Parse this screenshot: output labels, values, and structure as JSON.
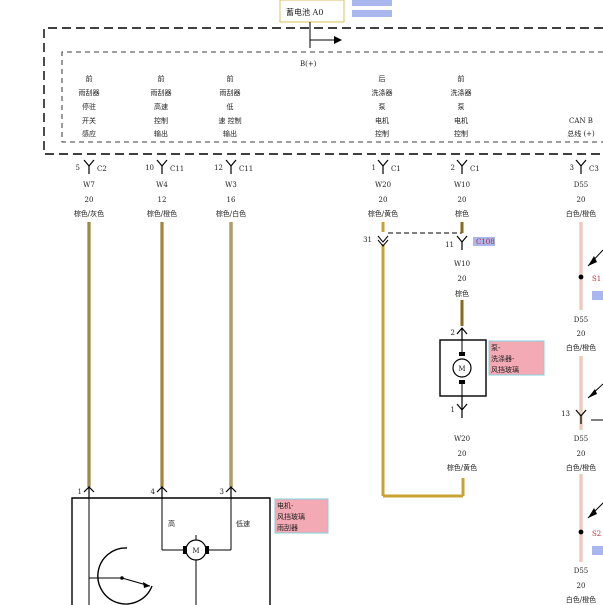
{
  "header": {
    "battery_label": "蓄电池 A0"
  },
  "module": {
    "power_label": "B(+)"
  },
  "pins": [
    {
      "id": "p1",
      "lines": [
        "前",
        "雨刮器",
        "停驻",
        "开关",
        "感应"
      ],
      "pin": "5",
      "conn": "C2",
      "wire": "W7",
      "gauge": "20",
      "color": "棕色/灰色"
    },
    {
      "id": "p2",
      "lines": [
        "前",
        "雨刮器",
        "高速",
        "控制",
        "输出"
      ],
      "pin": "10",
      "conn": "C11",
      "wire": "W4",
      "gauge": "12",
      "color": "棕色/橙色"
    },
    {
      "id": "p3",
      "lines": [
        "前",
        "雨刮器",
        "低",
        "速 控制",
        "输出"
      ],
      "pin": "12",
      "conn": "C11",
      "wire": "W3",
      "gauge": "16",
      "color": "棕色/白色"
    },
    {
      "id": "p4",
      "lines": [
        "后",
        "洗涤器",
        "泵",
        "电机",
        "控制"
      ],
      "pin": "1",
      "conn": "C1",
      "wire": "W20",
      "gauge": "20",
      "color": "棕色/黄色"
    },
    {
      "id": "p5",
      "lines": [
        "前",
        "洗涤器",
        "泵",
        "电机",
        "控制"
      ],
      "pin": "2",
      "conn": "C1",
      "wire": "W10",
      "gauge": "20",
      "color": "棕色"
    },
    {
      "id": "p6",
      "lines": [
        "CAN B",
        "总线 (+)"
      ],
      "pin": "3",
      "conn": "C3",
      "wire": "D55",
      "gauge": "20",
      "color": "白色/橙色"
    }
  ],
  "splice": {
    "pin_left": "31",
    "pin_right": "11",
    "ref": "C108",
    "wire": "W10",
    "gauge": "20",
    "color": "棕色"
  },
  "pump": {
    "label_lines": [
      "泵-",
      "洗涤器-",
      "风挡玻璃"
    ],
    "pin_top": "2",
    "pin_bottom": "1",
    "wire": "W20",
    "gauge": "20",
    "color": "棕色/黄色",
    "motor_symbol": "M"
  },
  "wiper_motor": {
    "label_lines": [
      "电机-",
      "风挡玻璃",
      "雨刮器"
    ],
    "pins": [
      "1",
      "4",
      "3"
    ],
    "high_label": "高",
    "low_label": "低速",
    "motor_symbol": "M"
  },
  "can_bus": {
    "segments": [
      {
        "wire": "D55",
        "gauge": "20",
        "color": "白色/橙色"
      },
      {
        "wire": "D55",
        "gauge": "20",
        "color": "白色/橙色"
      },
      {
        "wire": "D55",
        "gauge": "20",
        "color": "白色/橙色"
      }
    ],
    "pin_mid": "13",
    "splice_top": "S1",
    "splice_bottom": "S2"
  },
  "colors": {
    "wire_brown": "#8a6a1e",
    "wire_yellow_brown": "#c9a332",
    "wire_light": "#f0c9bd",
    "label_pink": "#f3aab4",
    "label_blue": "#a9b7ee",
    "pink_border": "#7fd3dd"
  }
}
